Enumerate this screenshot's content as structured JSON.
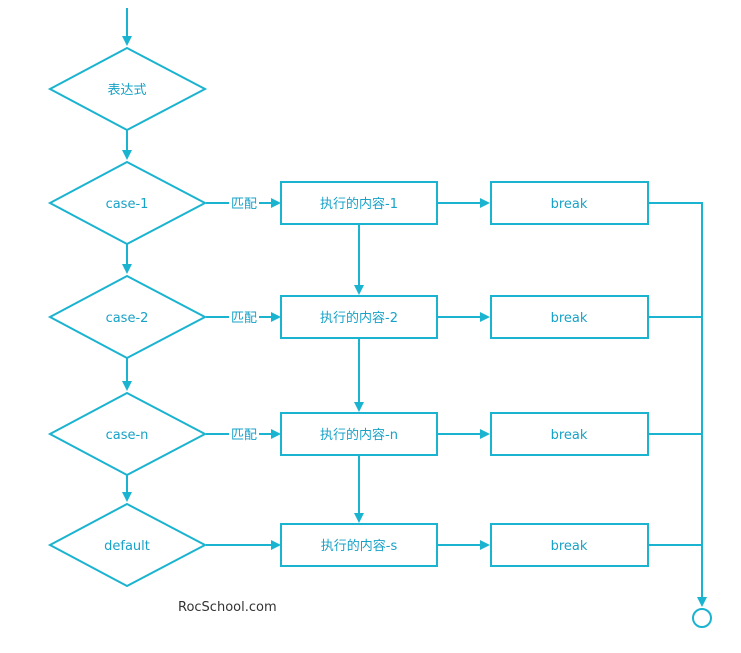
{
  "diagram": {
    "colors": {
      "stroke": "#1ab3d0",
      "text": "#17a2c7",
      "background": "#ffffff"
    },
    "expression": "表达式",
    "cases": [
      {
        "condition": "case-1",
        "match_label": "匹配",
        "action": "执行的内容-1",
        "break_label": "break"
      },
      {
        "condition": "case-2",
        "match_label": "匹配",
        "action": "执行的内容-2",
        "break_label": "break"
      },
      {
        "condition": "case-n",
        "match_label": "匹配",
        "action": "执行的内容-n",
        "break_label": "break"
      },
      {
        "condition": "default",
        "match_label": "",
        "action": "执行的内容-s",
        "break_label": "break"
      }
    ],
    "watermark": "RocSchool.com"
  }
}
